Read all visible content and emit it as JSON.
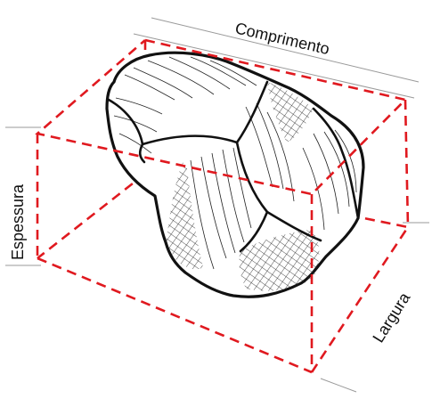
{
  "labels": {
    "length": "Comprimento",
    "thickness": "Espessura",
    "width": "Largura"
  },
  "colors": {
    "box_edges": "#e0191f",
    "rock_outline": "#111111",
    "guide_lines": "#9a9a9a"
  }
}
